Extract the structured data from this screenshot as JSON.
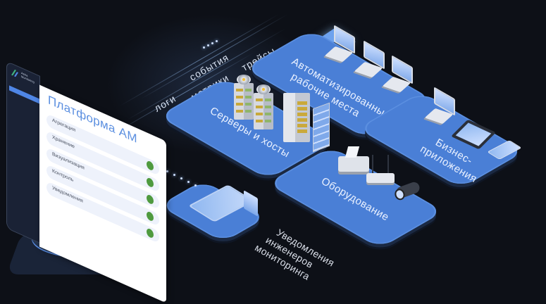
{
  "platform": {
    "title": "Платформа АМ",
    "brand": "Astra Monitoring",
    "rows": [
      {
        "label": "Агрегация",
        "status": "ok"
      },
      {
        "label": "Хранение",
        "status": "ok"
      },
      {
        "label": "Визуализация",
        "status": "ok"
      },
      {
        "label": "Контроль",
        "status": "ok"
      },
      {
        "label": "Уведомления",
        "status": "ok"
      }
    ],
    "status_color": "#4f9a3f",
    "accent_color": "#5b8fe0"
  },
  "data_streams": {
    "labels": [
      "логи",
      "события",
      "метрики",
      "трейсы"
    ]
  },
  "plates": {
    "workstations": {
      "label_lines": [
        "Автоматизированные",
        "рабочие места"
      ],
      "icons": [
        "laptop-icon",
        "laptop-icon",
        "laptop-icon"
      ]
    },
    "servers": {
      "label": "Серверы и хосты",
      "icons": [
        "server-icon",
        "server-icon",
        "rack-icon"
      ]
    },
    "business_apps": {
      "label_lines": [
        "Бизнес-",
        "приложения"
      ],
      "icons": [
        "laptop-icon",
        "tablet-icon",
        "phone-icon"
      ]
    },
    "equipment": {
      "label": "Оборудование",
      "icons": [
        "printer-icon",
        "router-icon",
        "camera-icon"
      ]
    },
    "notifications": {
      "label_lines": [
        "Уведомления",
        "инженеров",
        "мониторинга"
      ],
      "icons": [
        "phone-icon",
        "envelope-icon"
      ]
    }
  },
  "colors": {
    "background": "#0d1017",
    "plate": "#4a7fd6",
    "text_light": "#eaf1ff"
  }
}
